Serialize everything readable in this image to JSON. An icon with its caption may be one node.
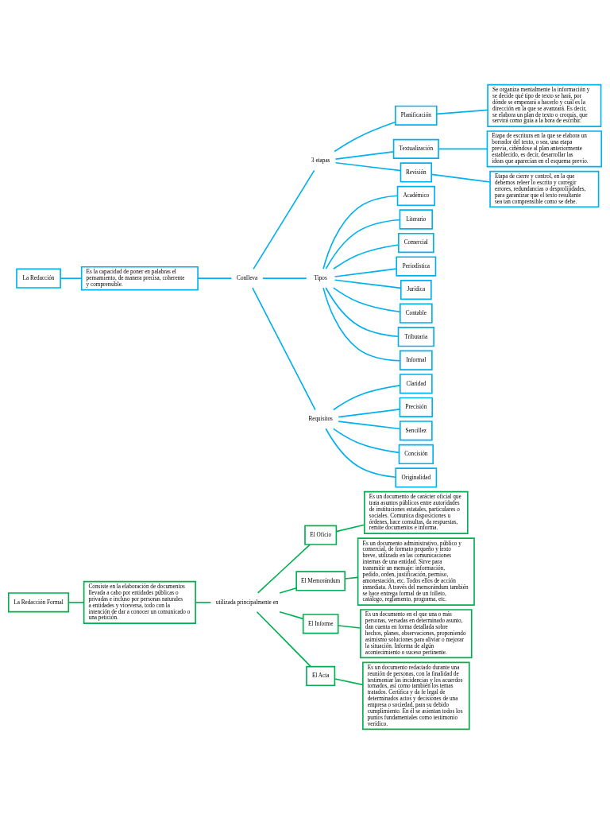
{
  "diagram": {
    "nodes": [
      {
        "text": [
          "La Redacción Formal"
        ]
      },
      {
        "text": [
          "Consiste en la elaboración de documentos llevada a cabo por entidades públicas o privadas e incluso por personas naturales a entidades y viceversa, todo con la intención de dar a conocer un comunicado o una petición."
        ]
      },
      {
        "text": [
          "El Oficio"
        ]
      },
      {
        "text": [
          "Es un documento de carácter oficial que trata asuntos públicos entre autoridades de instituciones estatales, particulares o sociales. Comunica disposiciones u órdenes, hace consultas, da respuestas, remite documentos e informa."
        ]
      },
      {
        "text": [
          "El Memorándum"
        ]
      },
      {
        "text": [
          "Es un documento administrativo, público y comercial, de formato pequeño y texto breve, utilizado en las comunicaciones internas de una entidad. Sirve para transmitir un mensaje: información, pedido, orden, justificación, permiso, amonestación, etc. Todos ellos de acción inmediata. A través del memorándum también se hace entrega formal de un folleto, catálogo, reglamento, programa, etc."
        ]
      },
      {
        "text": [
          "El Informe"
        ]
      },
      {
        "text": [
          "Es un documento en el que una o más personas, versadas en determinado asunto, dan cuenta en forma detallada sobre hechos, planes, observaciones, proponiendo asimismo soluciones para aliviar o mejorar la situación. Informa de algún acontecimiento o suceso pertinente."
        ]
      },
      {
        "text": [
          "El Acta"
        ]
      },
      {
        "text": [
          "Es un documento redactado durante una reunión de personas, con la finalidad de testimoniar las incidencias y los acuerdos tomados, así como también los temas tratados. Certifica y da fe legal de determinados actos y decisiones de una empresa o sociedad, para su debido cumplimiento. En él se asientan todos los puntos fundamentales como testimonio verídico."
        ]
      },
      {
        "text": [
          "utilizada principalmente en"
        ]
      },
      {
        "text": [
          "La Redacción"
        ]
      },
      {
        "text": [
          "Es la capacidad de poner en palabras el pensamiento, de manera precisa, coherente y comprensible."
        ]
      },
      {
        "text": [
          "Conlleva"
        ]
      },
      {
        "text": [
          "3 etapas"
        ]
      },
      {
        "text": [
          "Tipos"
        ]
      },
      {
        "text": [
          "Requisitos"
        ]
      },
      {
        "text": [
          "Planificación"
        ]
      },
      {
        "text": [
          "Se organiza mentalmente la información y se decide qué tipo de texto se hará, por dónde se empezará a hacerlo y cuál es la dirección en la que se avanzará. Es decir, se elabora un plan de texto o croquis, que servirá como guía a la hora de escribir."
        ]
      },
      {
        "text": [
          "Textualización"
        ]
      },
      {
        "text": [
          "Etapa de escritura en la que se elabora un borrador del texto, o sea, una etapa previa, ciñéndose al plan anteriormente establecido, es decir, desarrollar las ideas que aparecían en el esquema previo."
        ]
      },
      {
        "text": [
          "Revisión"
        ]
      },
      {
        "text": [
          "Etapa de cierre y control, en la que debemos releer lo escrito y corregir errores, redundancias o desprolijidades, para garantizar que el texto resultante sea tan comprensible como se debe."
        ]
      },
      {
        "text": [
          "Académico"
        ]
      },
      {
        "text": [
          "Literario"
        ]
      },
      {
        "text": [
          "Comercial"
        ]
      },
      {
        "text": [
          "Periodística"
        ]
      },
      {
        "text": [
          "Jurídica"
        ]
      },
      {
        "text": [
          "Contable"
        ]
      },
      {
        "text": [
          "Tributaria"
        ]
      },
      {
        "text": [
          "Informal"
        ]
      },
      {
        "text": [
          "Claridad"
        ]
      },
      {
        "text": [
          "Precisión"
        ]
      },
      {
        "text": [
          "Sencillez"
        ]
      },
      {
        "text": [
          "Concisión"
        ]
      },
      {
        "text": [
          "Originalidad"
        ]
      }
    ],
    "edges": [
      {
        "from": 0,
        "to": 1,
        "arrow": "none",
        "color": "#00b050"
      },
      {
        "from": 1,
        "to": 10,
        "arrow": "none",
        "color": "#00b050"
      },
      {
        "from": 10,
        "to": 2,
        "arrow": "none",
        "color": "#00b050"
      },
      {
        "from": 10,
        "to": 4,
        "arrow": "none",
        "color": "#00b050"
      },
      {
        "from": 10,
        "to": 6,
        "arrow": "none",
        "color": "#00b050"
      },
      {
        "from": 10,
        "to": 8,
        "arrow": "none",
        "color": "#00b050"
      },
      {
        "from": 2,
        "to": 3,
        "arrow": "none",
        "color": "#00b050"
      },
      {
        "from": 4,
        "to": 5,
        "arrow": "none",
        "color": "#00b050"
      },
      {
        "from": 6,
        "to": 7,
        "arrow": "none",
        "color": "#00b050"
      },
      {
        "from": 8,
        "to": 9,
        "arrow": "none",
        "color": "#00b050"
      },
      {
        "from": 11,
        "to": 12,
        "arrow": "none"
      },
      {
        "from": 12,
        "to": 13,
        "arrow": "none"
      },
      {
        "from": 13,
        "to": 14,
        "arrow": "none"
      },
      {
        "from": 13,
        "to": 15,
        "arrow": "none"
      },
      {
        "from": 13,
        "to": 16,
        "arrow": "none"
      },
      {
        "from": 14,
        "to": 17,
        "arrow": "none"
      },
      {
        "from": 14,
        "to": 19,
        "arrow": "none"
      },
      {
        "from": 14,
        "to": 21,
        "arrow": "none"
      },
      {
        "from": 17,
        "to": 18,
        "arrow": "none"
      },
      {
        "from": 19,
        "to": 20,
        "arrow": "none"
      },
      {
        "from": 21,
        "to": 22,
        "arrow": "none"
      },
      {
        "from": 15,
        "to": 23,
        "arrow": "none"
      },
      {
        "from": 15,
        "to": 24,
        "arrow": "none"
      },
      {
        "from": 15,
        "to": 25,
        "arrow": "none"
      },
      {
        "from": 15,
        "to": 26,
        "arrow": "none"
      },
      {
        "from": 15,
        "to": 27,
        "arrow": "none"
      },
      {
        "from": 15,
        "to": 28,
        "arrow": "none"
      },
      {
        "from": 15,
        "to": 29,
        "arrow": "none"
      },
      {
        "from": 15,
        "to": 30,
        "arrow": "none"
      },
      {
        "from": 16,
        "to": 31,
        "arrow": "none"
      },
      {
        "from": 16,
        "to": 32,
        "arrow": "none"
      },
      {
        "from": 16,
        "to": 33,
        "arrow": "none"
      },
      {
        "from": 16,
        "to": 34,
        "arrow": "none"
      },
      {
        "from": 16,
        "to": 35,
        "arrow": "none"
      }
    ]
  }
}
